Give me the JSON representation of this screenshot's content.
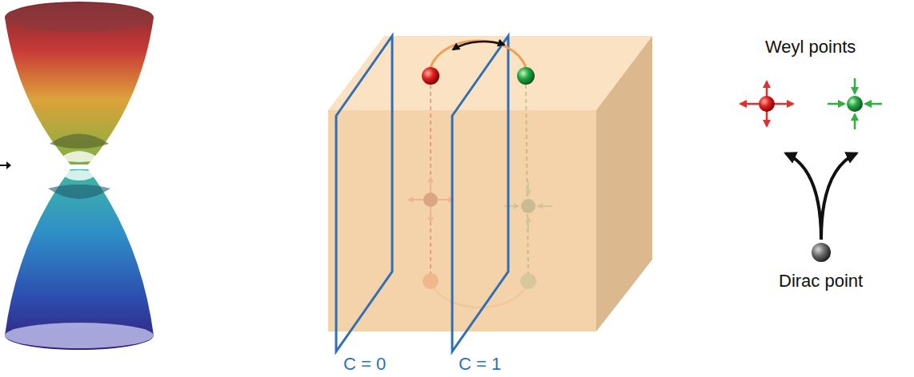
{
  "diagram": {
    "labels": [
      "C = 0",
      "C = 1",
      "Weyl points",
      "Dirac point"
    ]
  }
}
